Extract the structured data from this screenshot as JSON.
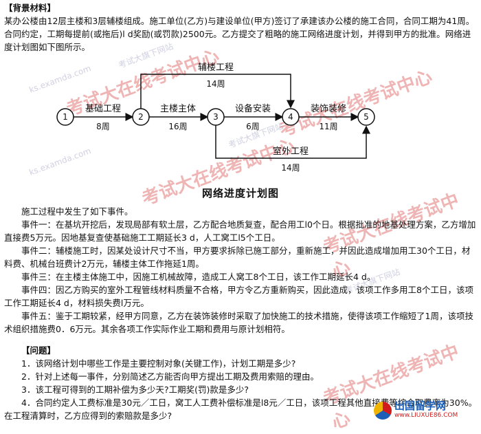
{
  "header": {
    "section_title": "【背景材料】",
    "intro": "某办公楼由12层主楼和3层辅楼组成。施工单位(乙方)与建设单位(甲方)签订了承建该办公楼的施工合同，合同工期为41周。合同约定，工期每提前(或拖后)l d奖励(或罚款)2500元。乙方提交了粗略的施工网络进度计划，并得到甲方的批准。网络进度计划图如下图所示。"
  },
  "diagram": {
    "caption": "网络进度计划图",
    "nodes": [
      "1",
      "2",
      "3",
      "4",
      "5"
    ],
    "activities": [
      {
        "name": "基础工程",
        "duration": "8周"
      },
      {
        "name": "主楼主体",
        "duration": "16周"
      },
      {
        "name": "设备安装",
        "duration": "6周"
      },
      {
        "name": "装饰装修",
        "duration": "11周"
      },
      {
        "name": "辅楼工程",
        "duration": "14周"
      },
      {
        "name": "室外工程",
        "duration": "14周"
      }
    ]
  },
  "events": {
    "lead": "施工过程中发生了如下事件。",
    "items": [
      "事件一：在基坑开挖后，发现局部有软土层，乙方配合地质复查，配合用工l0个日。根据批准的地基处理方案，乙方增加直接费5万元。因地基复查使基础施工工期延长3 d，人工窝工l5个工日。",
      "事件二：辅楼施工时，因某处设计尺寸不当，甲方要求拆除已施工部分，重新施工，并因此造成增加用工30个工日，材料费、机械台班费计2万元，辅楼主体工作拖延1周。",
      "事件三：在主楼主体施工中，因施工机械故障，造成工人窝工8个工日，该工作工期延长4 d。",
      "事件四：因乙方购买的室外工程管线材料质量不合格，甲方令乙方重新购买，因此造成，该项工作多用工8个工日，该项工作工期延长4 d，材料损失费l万元。",
      "事件五：鉴于工期较紧，经甲方同意，乙方在装饰装修时采取了加快施工的技术措施，使得该项工作缩短了1周，该项技术组织措施费0．6万元。其余各项工作实际作业工期和费用与原计划相符。"
    ]
  },
  "questions": {
    "title": "【问题】",
    "items": [
      "1．该网络计划中哪些工作是主要控制对象(关键工作)，计划工期是多少?",
      "2．针对上述每一事件，分别简述乙方能否向甲方提出工期及费用索赔的理由。",
      "3．该工程可得到的工期补偿为多少天?工期奖(罚)款是多少?",
      "4．合同约定人工费标准是30元／工日，窝工人工费补偿标准是l8元／工日，该项工程其他直接费等综合取费率为30%。在工程清算时，乙方应得到的索赔款是多少?"
    ]
  },
  "watermarks": {
    "site": "ks.examda.com",
    "brand": "考试大在线考试中心",
    "slogan": "考试大旗下网站"
  },
  "logo": {
    "name": "出国留学网",
    "url": "www.LIUXUE86.COM"
  }
}
